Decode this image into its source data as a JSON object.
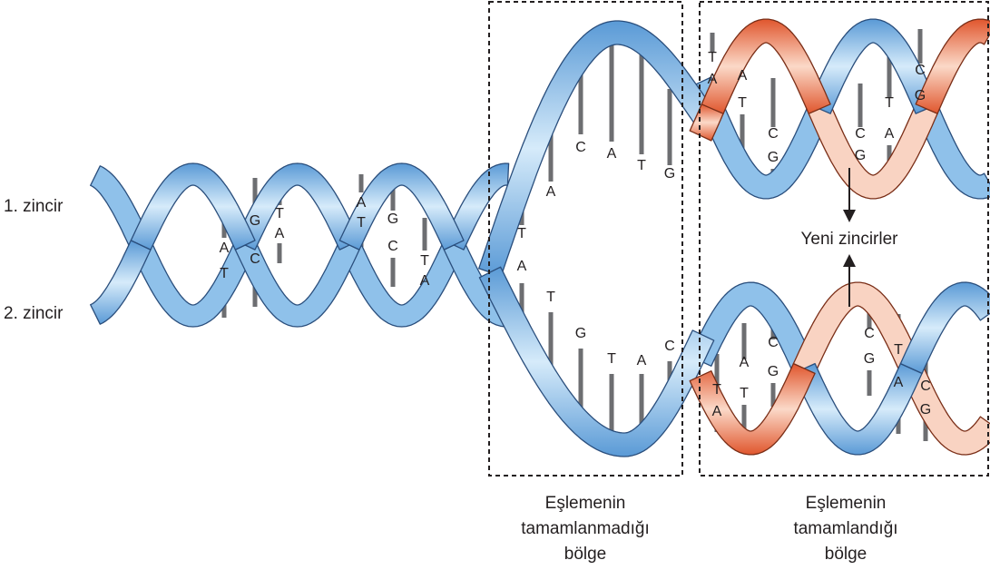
{
  "strand_labels": {
    "strand1": "1. zincir",
    "strand2": "2. zincir"
  },
  "new_strands_label": "Yeni zincirler",
  "regions": {
    "unreplicated": [
      "Eşlemenin",
      "tamamlanmadığı",
      "bölge"
    ],
    "replicated": [
      "Eşlemenin",
      "tamamlandığı",
      "bölge"
    ]
  },
  "colors": {
    "old_strand": "#8fc1ea",
    "old_strand_light": "#d6ebfa",
    "old_strand_edge": "#2a4e7c",
    "new_strand": "#ec7d55",
    "new_strand_light": "#f9d3c2",
    "new_strand_edge": "#7a2e17",
    "base_bar": "#6d6e71"
  },
  "base_pairs": {
    "left_helix": [
      {
        "top": "",
        "bottom": "A"
      },
      {
        "top": "",
        "bottom": "T"
      },
      {
        "top": "G",
        "bottom": "C"
      },
      {
        "top": "T",
        "bottom": "A"
      },
      {
        "top": "A",
        "bottom": "T"
      },
      {
        "top": "G",
        "bottom": "C"
      },
      {
        "top": "",
        "bottom": "T"
      },
      {
        "top": "",
        "bottom": "A"
      }
    ],
    "open_fork_top": [
      "T",
      "A",
      "C",
      "A",
      "T",
      "G"
    ],
    "open_fork_bottom": [
      "A",
      "T",
      "G",
      "T",
      "A",
      "C"
    ],
    "upper_daughter": [
      {
        "top": "T",
        "bottom": "A"
      },
      {
        "top": "A",
        "bottom": "T"
      },
      {
        "top": "C",
        "bottom": "G"
      },
      {
        "top": "C",
        "bottom": "G"
      },
      {
        "top": "T",
        "bottom": "A"
      },
      {
        "top": "C",
        "bottom": "G"
      }
    ],
    "lower_daughter": [
      {
        "top": "T",
        "bottom": "A"
      },
      {
        "top": "A",
        "bottom": "T"
      },
      {
        "top": "C",
        "bottom": "G"
      },
      {
        "top": "C",
        "bottom": "G"
      },
      {
        "top": "T",
        "bottom": "A"
      },
      {
        "top": "C",
        "bottom": "G"
      }
    ]
  }
}
